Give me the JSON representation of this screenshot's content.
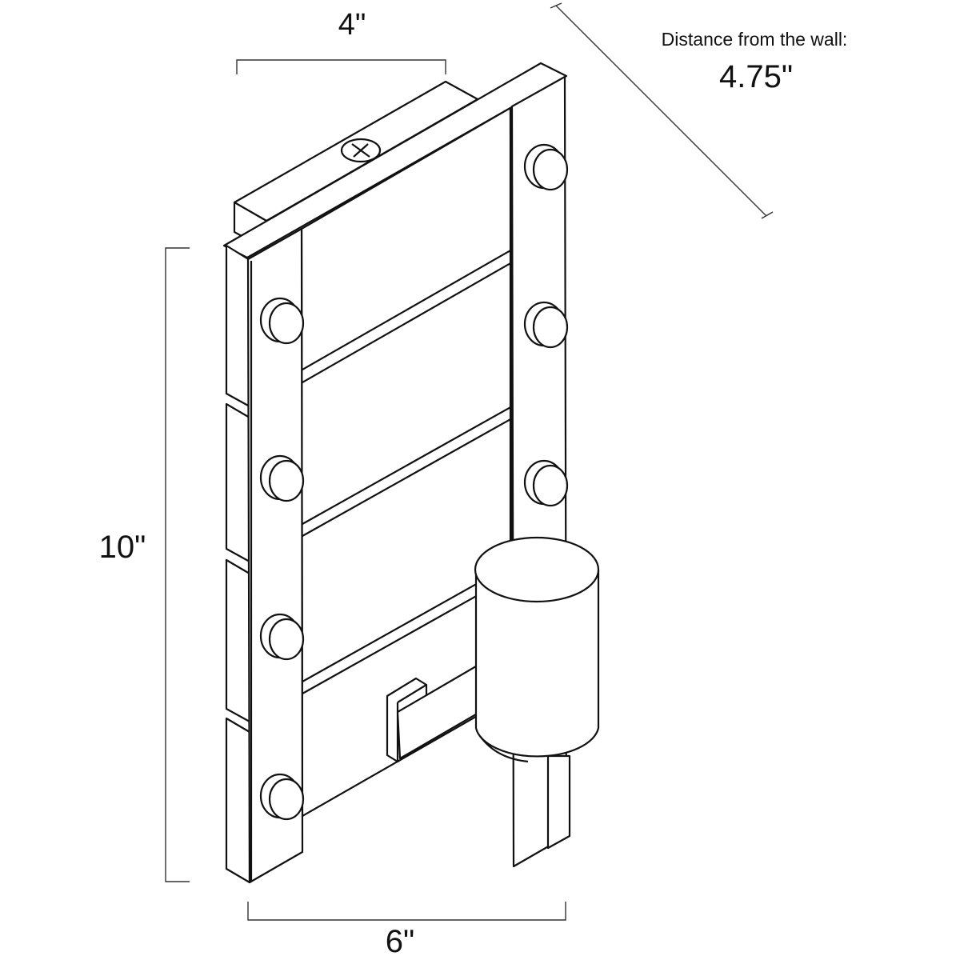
{
  "dimensions": {
    "width_top": "4\"",
    "height": "10\"",
    "width_bottom": "6\"",
    "wall_distance_label": "Distance from the wall:",
    "wall_distance_value": "4.75\""
  },
  "colors": {
    "line": "#111111",
    "background": "#ffffff"
  }
}
